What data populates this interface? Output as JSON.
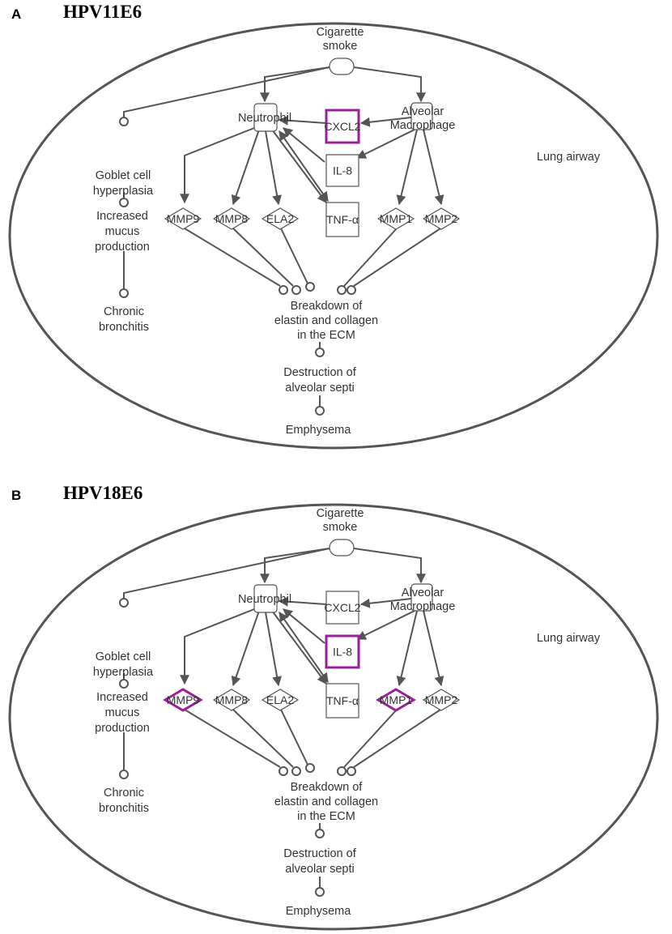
{
  "panels": [
    {
      "letter": "A",
      "title": "HPV11E6",
      "region_label": "Lung airway",
      "stimulus": {
        "label": "Cigarette smoke"
      },
      "cells": {
        "neutrophil": "Neutrophil",
        "macrophage_line1": "Alveolar",
        "macrophage_line2": "Macrophage"
      },
      "genes": {
        "cxcl2": {
          "label": "CXCL2",
          "color": "#f07a76"
        },
        "il8": {
          "label": "IL-8",
          "color": "#ffffff"
        },
        "tnf": {
          "label": "TNF-α",
          "color": "#ffffff"
        },
        "mmp9": {
          "label": "MMP9",
          "color": "#ffffff"
        },
        "mmp8": {
          "label": "MMP8",
          "color": "#ffffff"
        },
        "ela2": {
          "label": "ELA2",
          "color": "#ffffff"
        },
        "mmp1": {
          "label": "MMP1",
          "color": "#ffffff"
        },
        "mmp2": {
          "label": "MMP2",
          "color": "#ffffff"
        }
      },
      "highlighted": [
        "cxcl2"
      ],
      "outcomes": {
        "goblet": [
          "Goblet cell",
          "hyperplasia"
        ],
        "mucus": [
          "Increased",
          "mucus",
          "production"
        ],
        "bronchitis": [
          "Chronic",
          "bronchitis"
        ],
        "breakdown": [
          "Breakdown of",
          "elastin and collagen",
          "in the ECM"
        ],
        "destruction": [
          "Destruction of",
          "alveolar septi"
        ],
        "emphysema": [
          "Emphysema"
        ]
      }
    },
    {
      "letter": "B",
      "title": "HPV18E6",
      "region_label": "Lung airway",
      "stimulus": {
        "label": "Cigarette smoke"
      },
      "cells": {
        "neutrophil": "Neutrophil",
        "macrophage_line1": "Alveolar",
        "macrophage_line2": "Macrophage"
      },
      "genes": {
        "cxcl2": {
          "label": "CXCL2",
          "color": "#ffffff"
        },
        "il8": {
          "label": "IL-8",
          "color": "#f9d9de"
        },
        "tnf": {
          "label": "TNF-α",
          "color": "#ffffff"
        },
        "mmp9": {
          "label": "MMP9",
          "color": "#fbd3d6"
        },
        "mmp8": {
          "label": "MMP8",
          "color": "#ffffff"
        },
        "ela2": {
          "label": "ELA2",
          "color": "#ffffff"
        },
        "mmp1": {
          "label": "MMP1",
          "color": "#ef7f84"
        },
        "mmp2": {
          "label": "MMP2",
          "color": "#ffffff"
        }
      },
      "highlighted": [
        "il8",
        "mmp9",
        "mmp1"
      ],
      "outcomes": {
        "goblet": [
          "Goblet cell",
          "hyperplasia"
        ],
        "mucus": [
          "Increased",
          "mucus",
          "production"
        ],
        "bronchitis": [
          "Chronic",
          "bronchitis"
        ],
        "breakdown": [
          "Breakdown of",
          "elastin and collagen",
          "in the ECM"
        ],
        "destruction": [
          "Destruction of",
          "alveolar septi"
        ],
        "emphysema": [
          "Emphysema"
        ]
      }
    }
  ]
}
